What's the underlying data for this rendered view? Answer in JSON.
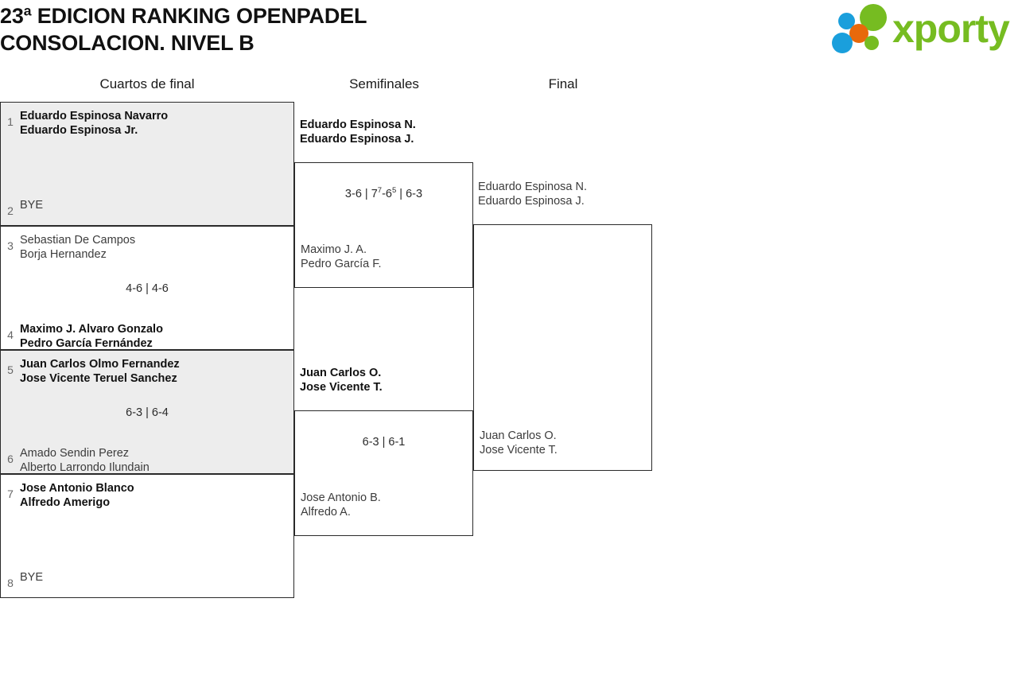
{
  "header": {
    "title_line1": "23ª EDICION RANKING OPENPADEL",
    "title_line2": "CONSOLACION. NIVEL B",
    "logo_word": "xporty",
    "logo_colors": {
      "green": "#76bc21",
      "blue": "#1a9fdc",
      "orange": "#e8690b"
    }
  },
  "rounds": {
    "quarterfinals_label": "Cuartos de final",
    "semifinals_label": "Semifinales",
    "final_label": "Final"
  },
  "bracket": {
    "quarterfinals": [
      {
        "shaded": true,
        "top": {
          "seed": "1",
          "player1": "Eduardo Espinosa Navarro",
          "player2": "Eduardo Espinosa Jr.",
          "winner": true
        },
        "bottom": {
          "seed": "2",
          "bye": "BYE",
          "winner": false
        },
        "score": ""
      },
      {
        "shaded": false,
        "top": {
          "seed": "3",
          "player1": "Sebastian De Campos",
          "player2": "Borja Hernandez",
          "winner": false
        },
        "bottom": {
          "seed": "4",
          "player1": "Maximo J. Alvaro Gonzalo",
          "player2": "Pedro García Fernández",
          "winner": true
        },
        "score": "4-6 | 4-6"
      },
      {
        "shaded": true,
        "top": {
          "seed": "5",
          "player1": "Juan Carlos Olmo Fernandez",
          "player2": "Jose Vicente Teruel Sanchez",
          "winner": true
        },
        "bottom": {
          "seed": "6",
          "player1": "Amado Sendin Perez",
          "player2": "Alberto Larrondo Ilundain",
          "winner": false
        },
        "score": "6-3 | 6-4"
      },
      {
        "shaded": false,
        "top": {
          "seed": "7",
          "player1": "Jose Antonio Blanco",
          "player2": "Alfredo Amerigo",
          "winner": true
        },
        "bottom": {
          "seed": "8",
          "bye": "BYE",
          "winner": false
        },
        "score": ""
      }
    ],
    "semifinals": [
      {
        "top": {
          "player1": "Eduardo Espinosa N.",
          "player2": "Eduardo Espinosa J.",
          "winner": true
        },
        "bottom": {
          "player1": "Maximo J. A.",
          "player2": "Pedro García F.",
          "winner": false
        },
        "score_parts": [
          {
            "text": "3-6 | 7",
            "sup": "7"
          },
          {
            "text": "-6",
            "sup": "5"
          },
          {
            "text": " | 6-3",
            "sup": ""
          }
        ],
        "score_plain": "3-6 | 7(7)-6(5) | 6-3"
      },
      {
        "top": {
          "player1": "Juan Carlos O.",
          "player2": "Jose Vicente T.",
          "winner": true
        },
        "bottom": {
          "player1": "Jose Antonio B.",
          "player2": "Alfredo A.",
          "winner": false
        },
        "score_parts": [
          {
            "text": "6-3 | 6-1",
            "sup": ""
          }
        ],
        "score_plain": "6-3 | 6-1"
      }
    ],
    "final": {
      "top": {
        "player1": "Eduardo Espinosa N.",
        "player2": "Eduardo Espinosa J.",
        "winner": false
      },
      "bottom": {
        "player1": "Juan Carlos O.",
        "player2": "Jose Vicente T.",
        "winner": false
      },
      "score": ""
    }
  }
}
